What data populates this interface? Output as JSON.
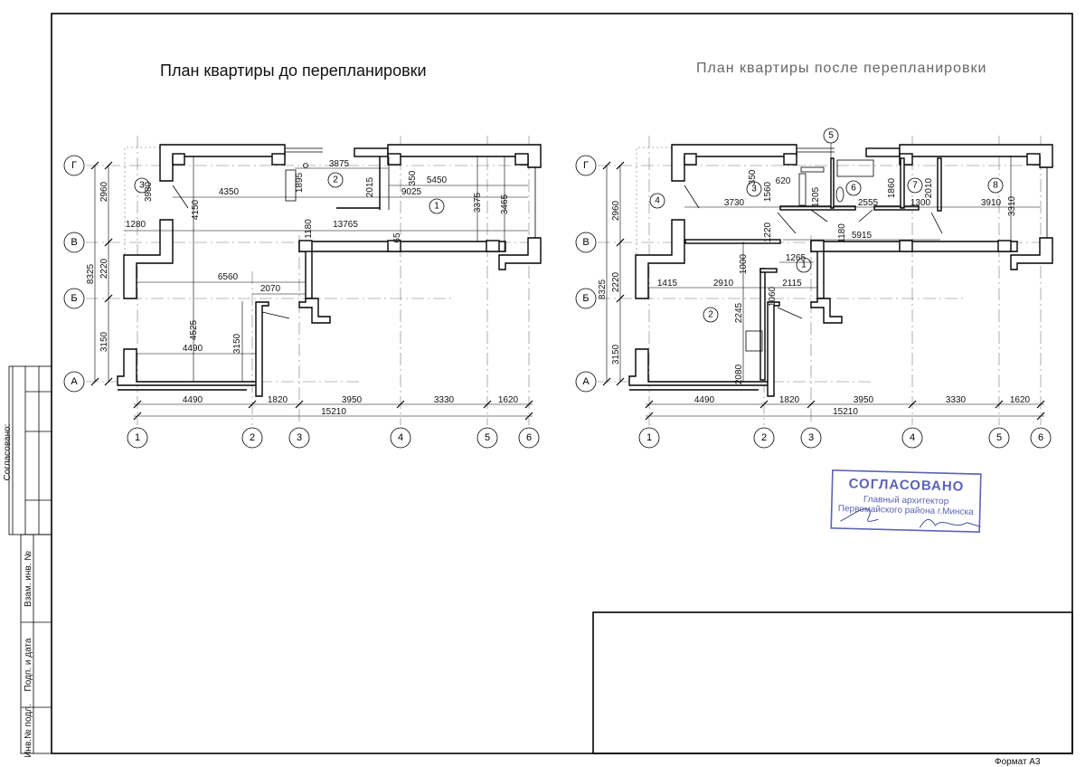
{
  "titles": {
    "before": "План квартиры до перепланировки",
    "after": "План квартиры после перепланировки"
  },
  "axes": {
    "columns": [
      "1",
      "2",
      "3",
      "4",
      "5",
      "6"
    ],
    "rows": [
      "Г",
      "В",
      "Б",
      "А"
    ]
  },
  "before": {
    "rooms": [
      "1",
      "2",
      "3"
    ],
    "dims": [
      "3875",
      "1895",
      "2015",
      "350",
      "5450",
      "4350",
      "9025",
      "3980",
      "4150",
      "2960",
      "1280",
      "13765",
      "1180",
      "65",
      "3375",
      "3465",
      "8325",
      "2220",
      "6560",
      "2070",
      "4525",
      "3150",
      "3150",
      "4490"
    ],
    "bottom_dims": [
      "4490",
      "1820",
      "3950",
      "3330",
      "1620",
      "15210"
    ]
  },
  "after": {
    "rooms": [
      "1",
      "2",
      "3",
      "4",
      "5",
      "6",
      "7",
      "8"
    ],
    "dims": [
      "350",
      "620",
      "1560",
      "1205",
      "2555",
      "1860",
      "2010",
      "1300",
      "3910",
      "3310",
      "3730",
      "2960",
      "1220",
      "1180",
      "5915",
      "1265",
      "1000",
      "1415",
      "2910",
      "2115",
      "1060",
      "2220",
      "8325",
      "2245",
      "3150",
      "2080"
    ],
    "bottom_dims": [
      "4490",
      "1820",
      "3950",
      "3330",
      "1620",
      "15210"
    ]
  },
  "stamp": {
    "heading": "СОГЛАСОВАНО",
    "line1": "Главный архитектор",
    "line2": "Первомайского района г.Минска",
    "color": "#5b63b5"
  },
  "side_stamp": {
    "agreed": "Согласовано:",
    "replace_inv": "Взам. инв. №",
    "sign_date": "Подп. и дата",
    "inv_orig": "Инв.№ подл."
  },
  "format_label": "Формат А3"
}
